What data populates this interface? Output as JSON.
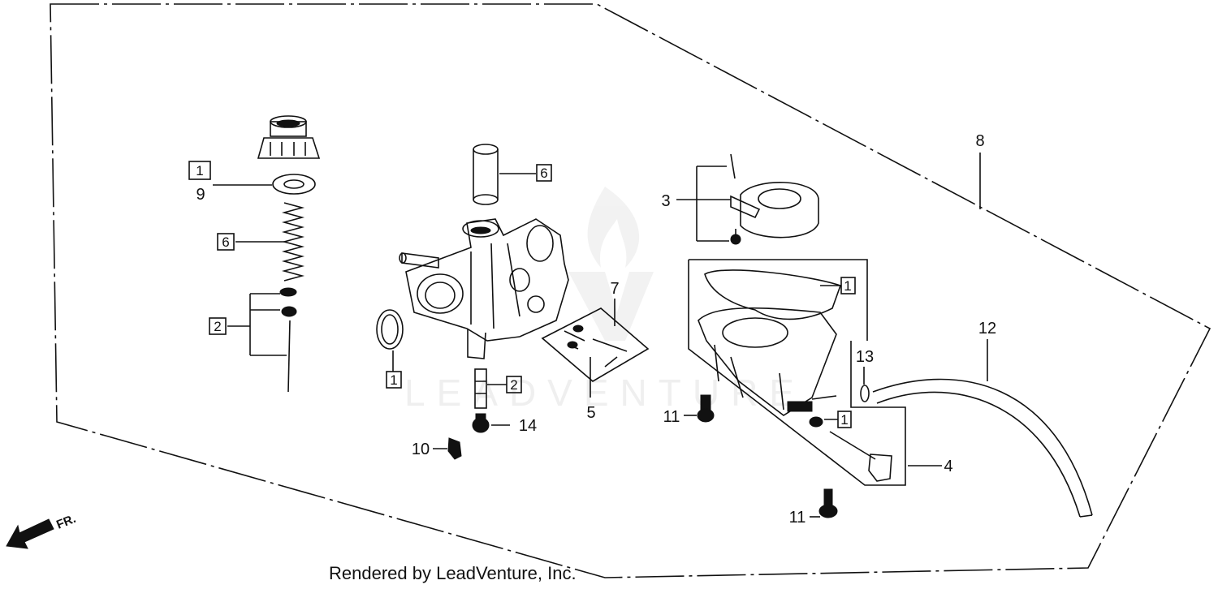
{
  "diagram": {
    "callouts": [
      {
        "id": "box-1-a",
        "text": "1",
        "boxed": true
      },
      {
        "id": "c9",
        "text": "9",
        "boxed": false
      },
      {
        "id": "box-6-a",
        "text": "6",
        "boxed": true
      },
      {
        "id": "box-2-a",
        "text": "2",
        "boxed": true
      },
      {
        "id": "box-6-b",
        "text": "6",
        "boxed": true
      },
      {
        "id": "box-1-b",
        "text": "1",
        "boxed": true
      },
      {
        "id": "box-2-b",
        "text": "2",
        "boxed": true
      },
      {
        "id": "c14",
        "text": "14",
        "boxed": false
      },
      {
        "id": "c10",
        "text": "10",
        "boxed": false
      },
      {
        "id": "c7",
        "text": "7",
        "boxed": false
      },
      {
        "id": "c5",
        "text": "5",
        "boxed": false
      },
      {
        "id": "c3",
        "text": "3",
        "boxed": false
      },
      {
        "id": "box-1-c",
        "text": "1",
        "boxed": true
      },
      {
        "id": "c8",
        "text": "8",
        "boxed": false
      },
      {
        "id": "c12",
        "text": "12",
        "boxed": false
      },
      {
        "id": "c13",
        "text": "13",
        "boxed": false
      },
      {
        "id": "box-1-d",
        "text": "1",
        "boxed": true
      },
      {
        "id": "c11a",
        "text": "11",
        "boxed": false
      },
      {
        "id": "c4",
        "text": "4",
        "boxed": false
      },
      {
        "id": "c11b",
        "text": "11",
        "boxed": false
      }
    ],
    "direction_label": "FR.",
    "watermark": "LEADVENTURE",
    "credit": "Rendered by LeadVenture, Inc."
  }
}
